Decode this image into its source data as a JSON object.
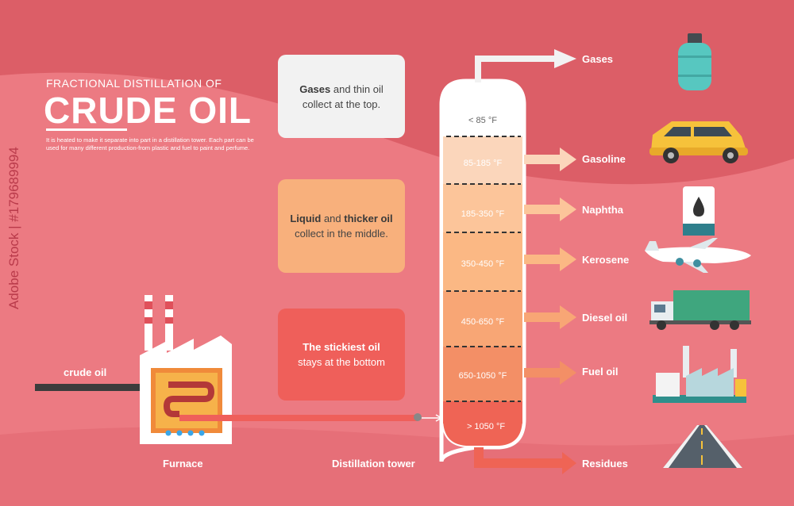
{
  "title": {
    "subtitle": "FRACTIONAL DISTILLATION OF",
    "main": "CRUDE OIL"
  },
  "intro": "It is heated to make it separate into part in a distillation tower. Each part can be used for many different production-from plastic and fuel to paint and perfume.",
  "boxes": [
    {
      "bold": "Gases",
      "rest": " and thin oil",
      "line2": "collect at the top.",
      "color": "#f2f2f2"
    },
    {
      "bold": "Liquid",
      "mid": " and ",
      "bold2": "thicker oil",
      "line2": "collect in the middle.",
      "color": "#f8b07c"
    },
    {
      "bold": "The stickiest oil",
      "line2": "stays at the bottom",
      "color": "#ef5f5a"
    }
  ],
  "fractions": [
    {
      "temp": "< 85 °F",
      "product": "Gases",
      "icon": "gas-cylinder-icon",
      "color": "#f2f2f2"
    },
    {
      "temp": "85-185 °F",
      "product": "Gasoline",
      "icon": "car-icon",
      "color": "#fbd6bb"
    },
    {
      "temp": "185-350 °F",
      "product": "Naphtha",
      "icon": "oil-can-icon",
      "color": "#fcc59a"
    },
    {
      "temp": "350-450 °F",
      "product": "Kerosene",
      "icon": "airplane-icon",
      "color": "#fbb884"
    },
    {
      "temp": "450-650 °F",
      "product": "Diesel oil",
      "icon": "truck-icon",
      "color": "#f8a675"
    },
    {
      "temp": "650-1050 °F",
      "product": "Fuel oil",
      "icon": "factory-icon",
      "color": "#f38f66"
    },
    {
      "temp": "> 1050 °F",
      "product": "Residues",
      "icon": "road-icon",
      "color": "#ef6455"
    }
  ],
  "labels": {
    "crude_oil": "crude oil",
    "furnace": "Furnace",
    "tower": "Distillation tower"
  },
  "watermark": "Adobe Stock | #179689994",
  "colors": {
    "background": "#ec7a82",
    "top_band": "#dc5e67",
    "tower_outline": "#ffffff",
    "text": "#ffffff"
  }
}
